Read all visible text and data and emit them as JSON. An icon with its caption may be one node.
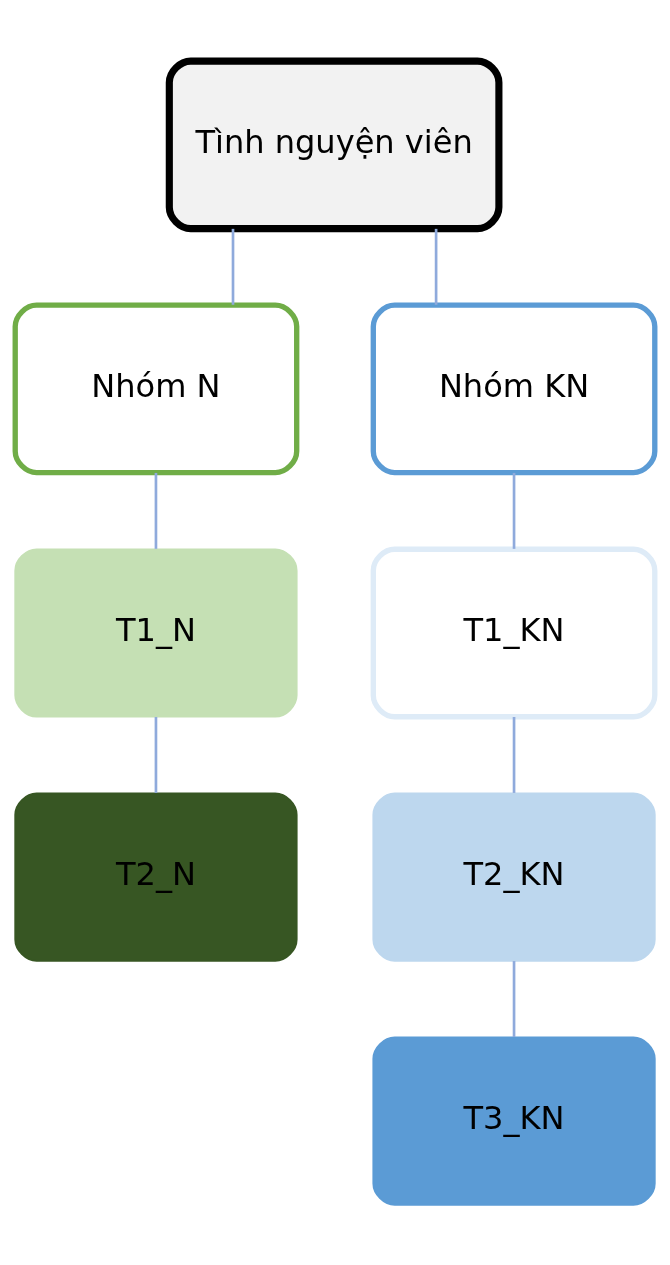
{
  "diagram": {
    "nodes": [
      {
        "text": [
          "Tình nguyện viên"
        ]
      },
      {
        "text": [
          "Nhóm N"
        ]
      },
      {
        "text": [
          "Nhóm KN"
        ]
      },
      {
        "text": [
          "T1_N"
        ]
      },
      {
        "text": [
          "T2_N"
        ]
      },
      {
        "text": [
          "T1_KN"
        ]
      },
      {
        "text": [
          "T2_KN"
        ]
      },
      {
        "text": [
          "T3_KN"
        ]
      }
    ],
    "edges": [
      {
        "from": 0,
        "to": 1,
        "arrow": "none"
      },
      {
        "from": 0,
        "to": 2,
        "arrow": "none"
      },
      {
        "from": 1,
        "to": 3,
        "arrow": "none"
      },
      {
        "from": 3,
        "to": 4,
        "arrow": "none"
      },
      {
        "from": 2,
        "to": 5,
        "arrow": "none"
      },
      {
        "from": 5,
        "to": 6,
        "arrow": "none"
      },
      {
        "from": 6,
        "to": 7,
        "arrow": "none"
      }
    ]
  }
}
